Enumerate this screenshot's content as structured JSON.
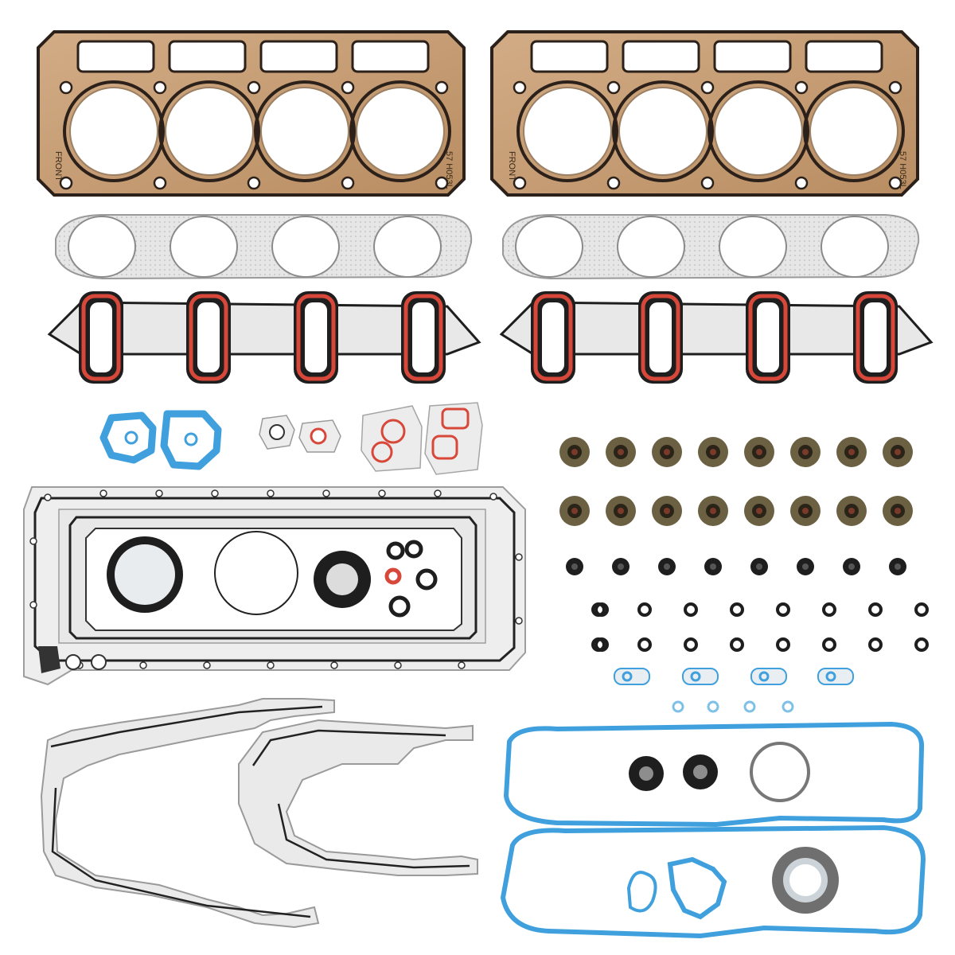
{
  "product_photo": {
    "head_gasket_stamp_front": "FRONT",
    "head_gasket_stamp_part": "57 H053L",
    "valve_stem_seal_rows": 2,
    "valve_stem_seals_per_row": 8,
    "colors": {
      "background": "#ffffff",
      "mls_copper": "#c9a27a",
      "mls_dark_rim": "#2b211a",
      "exhaust_silver": "#e3e3e3",
      "intake_red_seal": "#d8483a",
      "blue_seal": "#3fa0dd",
      "rubber_black": "#1e1e1e",
      "stem_seal_olive": "#6b6142"
    }
  }
}
